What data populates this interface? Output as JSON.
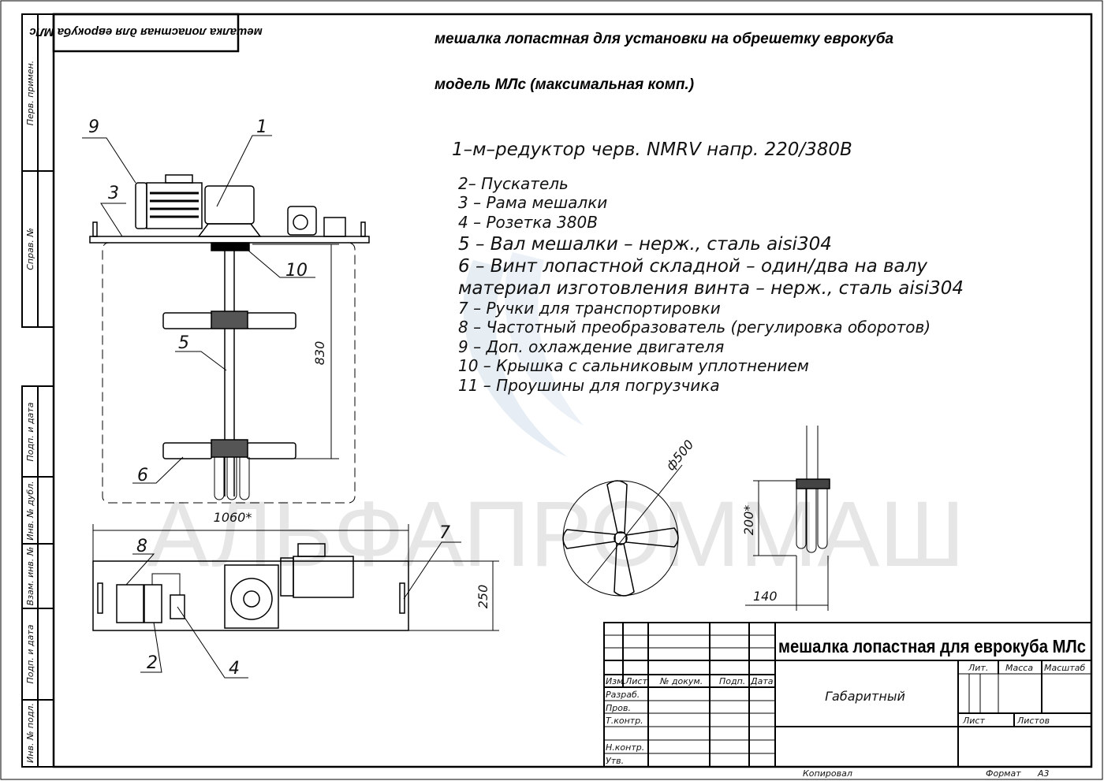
{
  "heading": {
    "line1": "мешалка лопастная для установки на обрешетку еврокуба",
    "line2": "модель МЛс (максимальная комп.)"
  },
  "mirrored_label": "мешалка лопастная для еврокуба МЛс",
  "legend": [
    "1–м–редуктор черв. NMRV напр. 220/380В",
    "2– Пускатель",
    "3 – Рама мешалки",
    "4 – Розетка 380В",
    "5 – Вал мешалки – нерж., сталь aisi304",
    "6 – Винт лопастной складной – один/два на валу",
    "материал изготовления винта – нерж., сталь aisi304",
    "7 – Ручки для транспортировки",
    "8 – Частотный преобразователь (регулировка оборотов)",
    "9 – Доп. охлаждение двигателя",
    "10 – Крышка с сальниковым уплотнением",
    "11 – Проушины для погрузчика"
  ],
  "callouts": {
    "c1": "1",
    "c2": "2",
    "c3": "3",
    "c4": "4",
    "c5": "5",
    "c6": "6",
    "c7": "7",
    "c8": "8",
    "c9": "9",
    "c10": "10"
  },
  "dimensions": {
    "height": "830",
    "width": "1060*",
    "depth": "250",
    "diameter": "ф500",
    "blade_height": "200*",
    "blade_width": "140"
  },
  "watermark": "АЛЬФАПРОММАШ",
  "side_strip": [
    "Перв. примен.",
    "Справ. №",
    "Подп. и дата",
    "Инв. № дубл.",
    "Взам. инв. №",
    "Подп. и дата",
    "Инв. № подл."
  ],
  "title_block": {
    "title": "мешалка лопастная для еврокуба МЛс",
    "subtitle": "Габаритный",
    "headers": [
      "Изм.",
      "Лист",
      "№ докум.",
      "Подп.",
      "Дата"
    ],
    "roles": [
      "Разраб.",
      "Пров.",
      "Т.контр.",
      "",
      "Н.контр.",
      "Утв."
    ],
    "lit": "Лит.",
    "mass": "Масса",
    "scale": "Масштаб",
    "sheet": "Лист",
    "sheets": "Листов",
    "copied": "Копировал",
    "format_label": "Формат",
    "format": "А3"
  }
}
